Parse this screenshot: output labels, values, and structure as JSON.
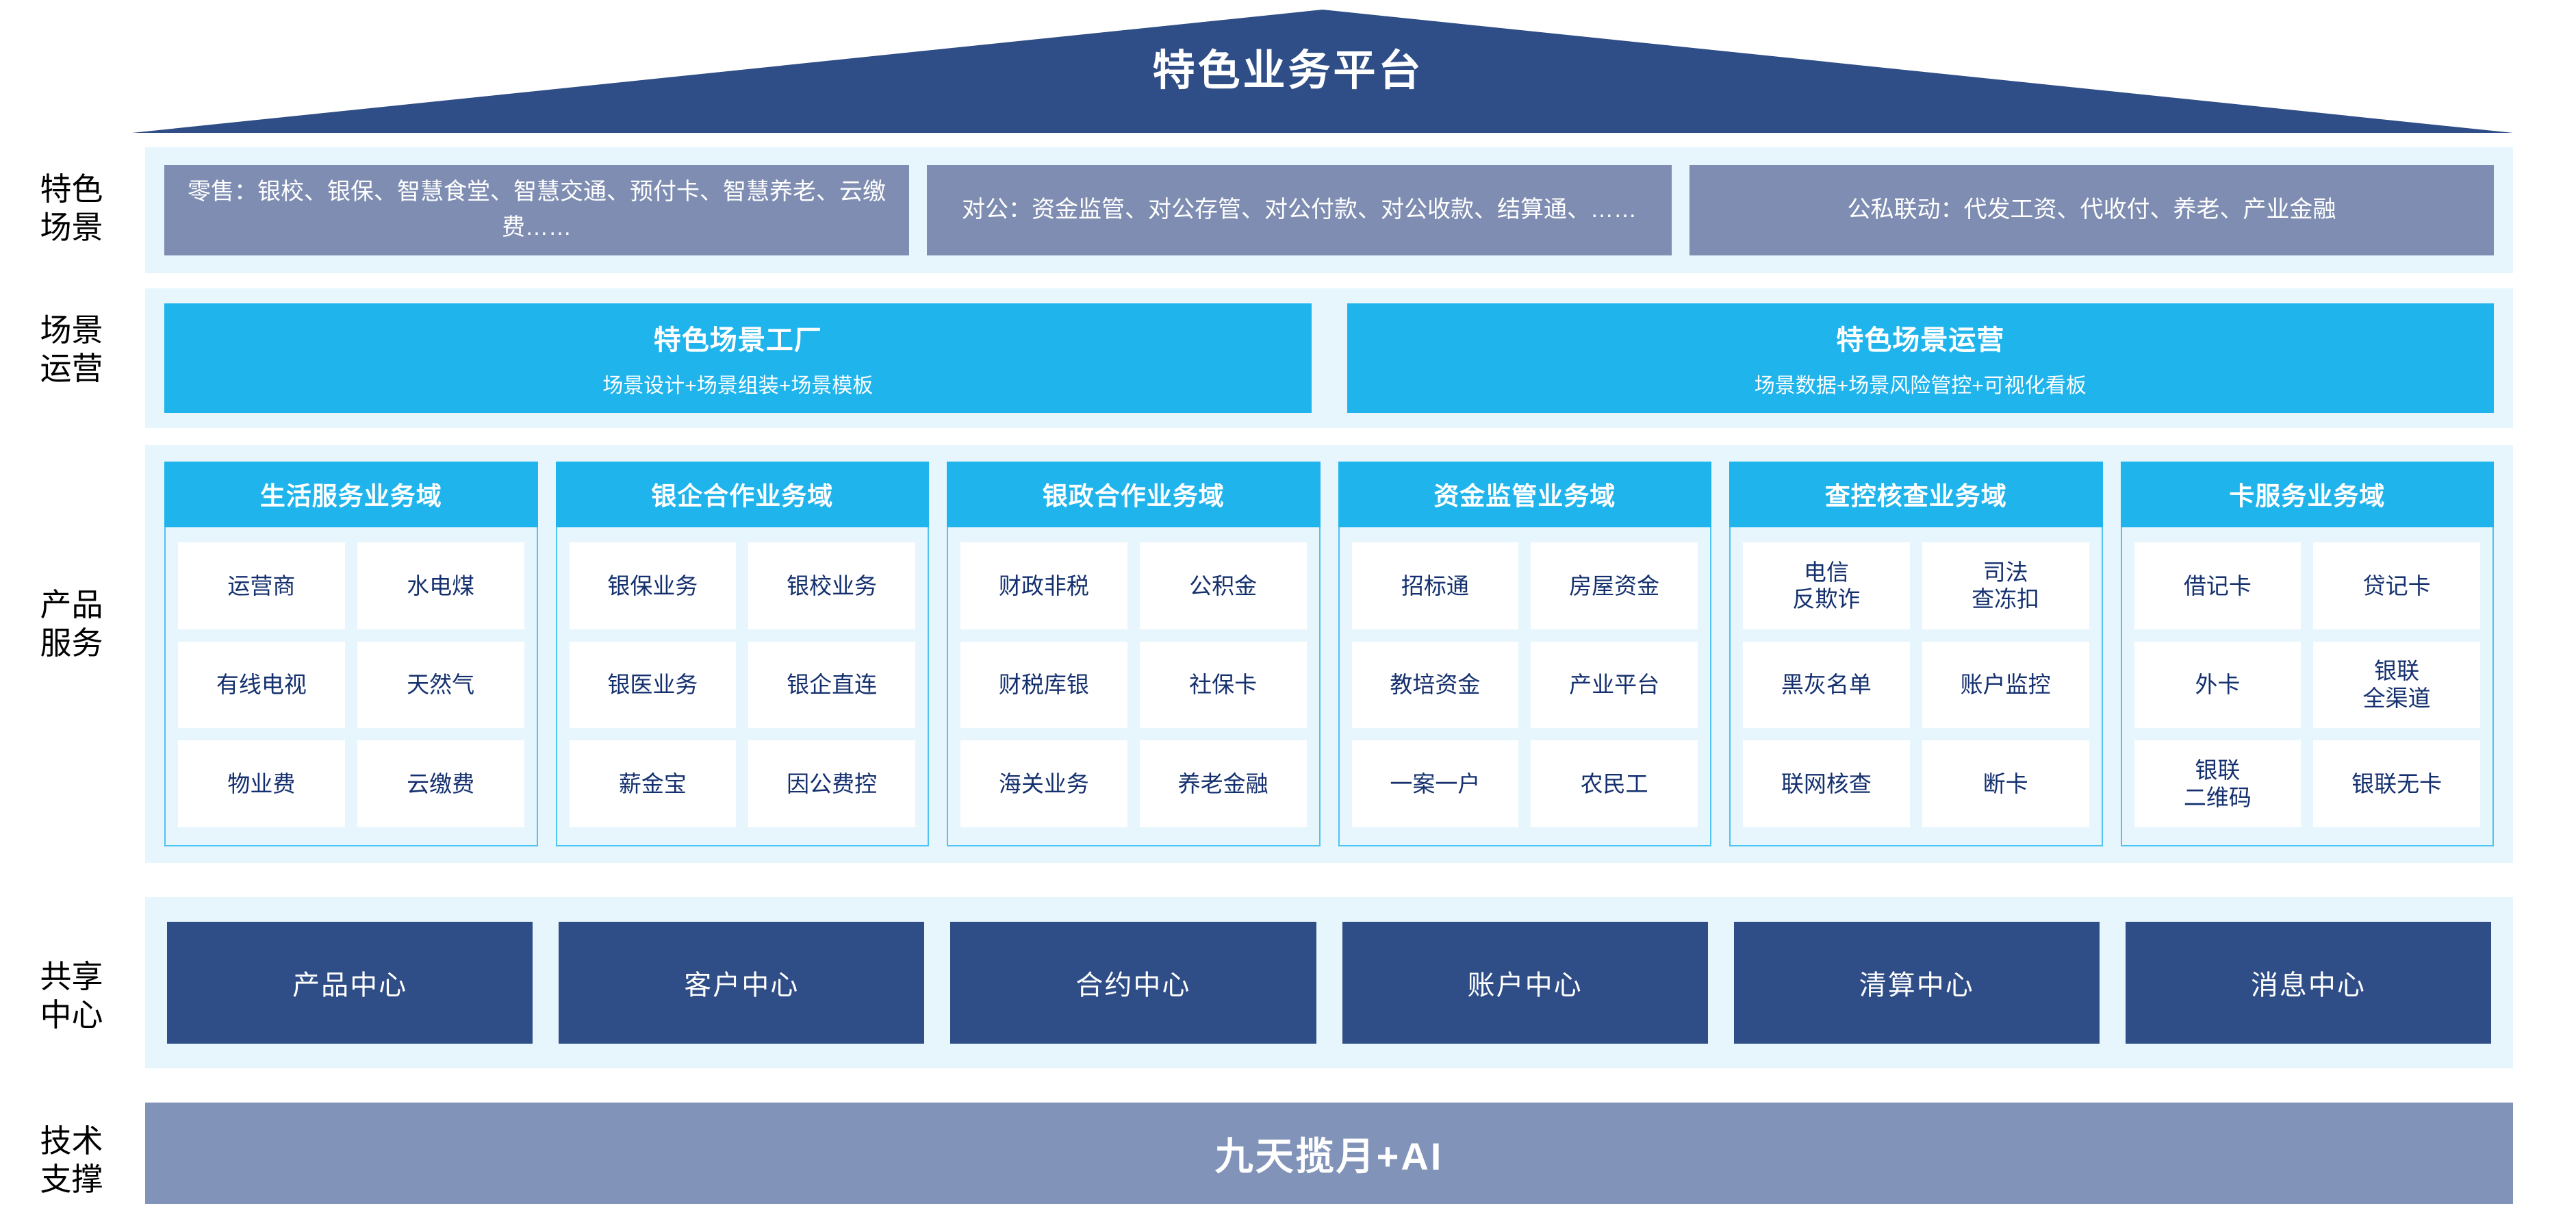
{
  "header": {
    "title": "特色业务平台"
  },
  "colors": {
    "roof_navy": "#2f4d86",
    "band_bg": "#e7f6fd",
    "scenario_box": "#7e8db1",
    "cyan": "#1fb4ec",
    "cyan_border": "#4fc3f1",
    "center_navy": "#2f4d86",
    "tech_bar": "#8193b9",
    "cell_text": "#14306e"
  },
  "rows": {
    "scenario": {
      "rail_label": "特色\n场景",
      "boxes": [
        {
          "label": "零售：银校、银保、智慧食堂、智慧交通、预付卡、智慧养老、云缴费……"
        },
        {
          "label": "对公：资金监管、对公存管、对公付款、对公收款、结算通、……"
        },
        {
          "label": "公私联动：代发工资、代收付、养老、产业金融"
        }
      ]
    },
    "operations": {
      "rail_label": "场景\n运营",
      "boxes": [
        {
          "title": "特色场景工厂",
          "subtitle": "场景设计+场景组装+场景模板"
        },
        {
          "title": "特色场景运营",
          "subtitle": "场景数据+场景风险管控+可视化看板"
        }
      ]
    },
    "products": {
      "rail_label": "产品\n服务",
      "columns": [
        {
          "title": "生活服务业务域",
          "items": [
            "运营商",
            "水电煤",
            "有线电视",
            "天然气",
            "物业费",
            "云缴费"
          ]
        },
        {
          "title": "银企合作业务域",
          "items": [
            "银保业务",
            "银校业务",
            "银医业务",
            "银企直连",
            "薪金宝",
            "因公费控"
          ]
        },
        {
          "title": "银政合作业务域",
          "items": [
            "财政非税",
            "公积金",
            "财税库银",
            "社保卡",
            "海关业务",
            "养老金融"
          ]
        },
        {
          "title": "资金监管业务域",
          "items": [
            "招标通",
            "房屋资金",
            "教培资金",
            "产业平台",
            "一案一户",
            "农民工"
          ]
        },
        {
          "title": "查控核查业务域",
          "items": [
            "电信\n反欺诈",
            "司法\n查冻扣",
            "黑灰名单",
            "账户监控",
            "联网核查",
            "断卡"
          ]
        },
        {
          "title": "卡服务业务域",
          "items": [
            "借记卡",
            "贷记卡",
            "外卡",
            "银联\n全渠道",
            "银联\n二维码",
            "银联无卡"
          ]
        }
      ]
    },
    "centers": {
      "rail_label": "共享\n中心",
      "boxes": [
        {
          "label": "产品中心"
        },
        {
          "label": "客户中心"
        },
        {
          "label": "合约中心"
        },
        {
          "label": "账户中心"
        },
        {
          "label": "清算中心"
        },
        {
          "label": "消息中心"
        }
      ]
    },
    "tech": {
      "rail_label": "技术\n支撑",
      "label": "九天揽月+AI"
    }
  }
}
